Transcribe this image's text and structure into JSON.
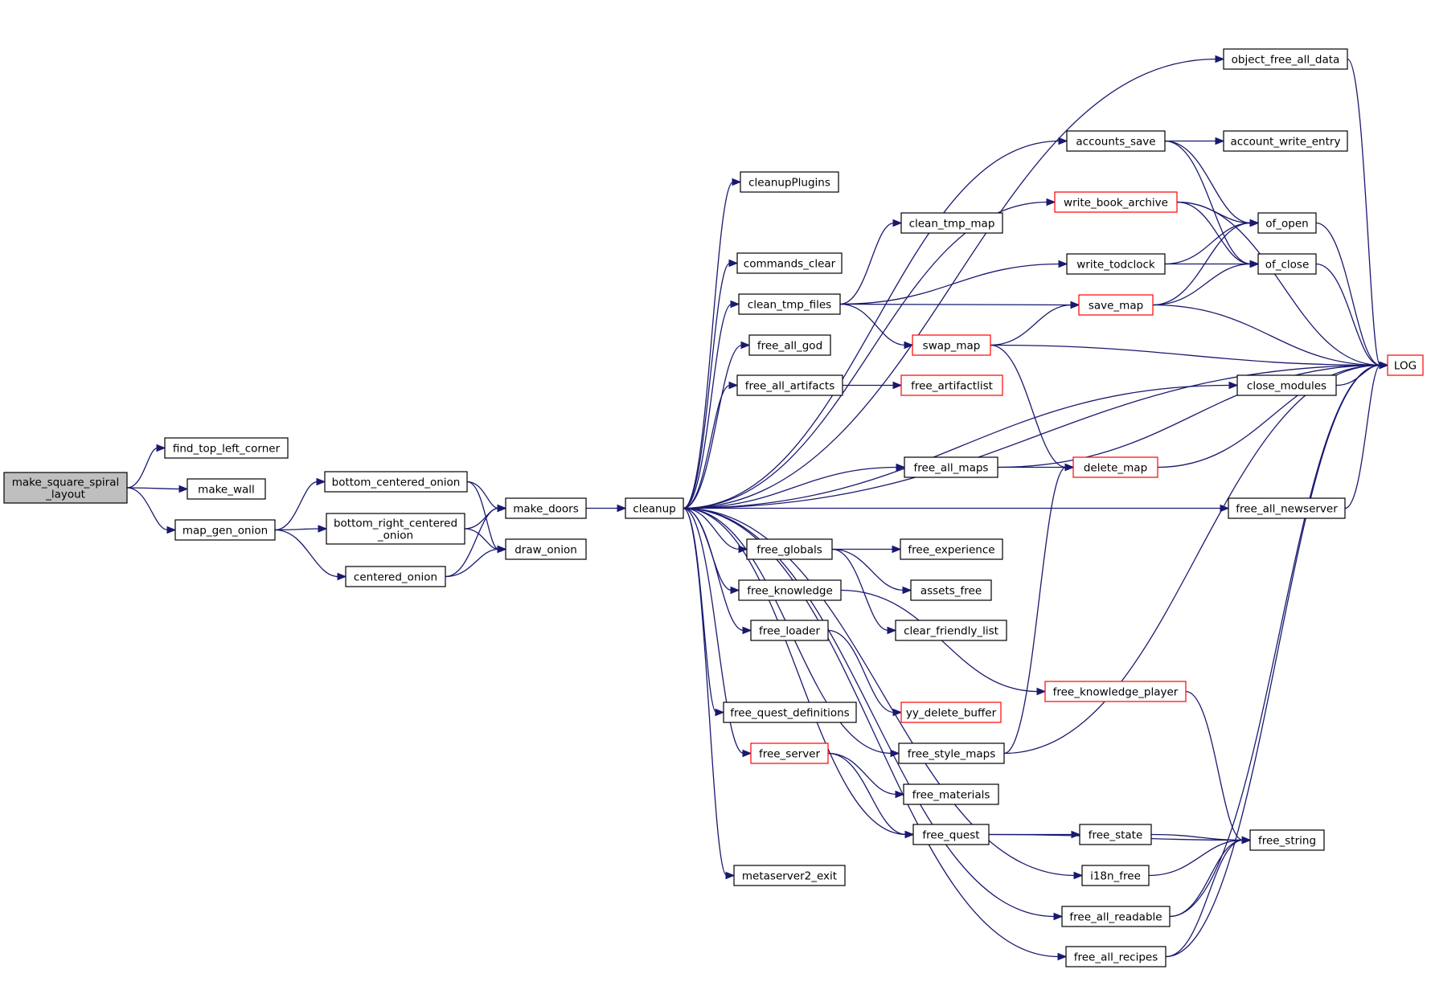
{
  "colors": {
    "edge": "#191970",
    "node_border": "#000000",
    "node_border_truncated": "#ff0000",
    "node_fill": "#ffffff",
    "root_fill": "#bfbfbf"
  },
  "nodes": [
    {
      "id": "root",
      "lines": [
        "make_square_spiral",
        "_layout"
      ],
      "root": true
    },
    {
      "id": "find_top_left_corner",
      "lines": [
        "find_top_left_corner"
      ]
    },
    {
      "id": "make_wall",
      "lines": [
        "make_wall"
      ]
    },
    {
      "id": "map_gen_onion",
      "lines": [
        "map_gen_onion"
      ]
    },
    {
      "id": "bottom_centered_onion",
      "lines": [
        "bottom_centered_onion"
      ]
    },
    {
      "id": "bottom_right_centered_onion",
      "lines": [
        "bottom_right_centered",
        "_onion"
      ]
    },
    {
      "id": "centered_onion",
      "lines": [
        "centered_onion"
      ]
    },
    {
      "id": "make_doors",
      "lines": [
        "make_doors"
      ]
    },
    {
      "id": "draw_onion",
      "lines": [
        "draw_onion"
      ]
    },
    {
      "id": "cleanup",
      "lines": [
        "cleanup"
      ]
    },
    {
      "id": "cleanupPlugins",
      "lines": [
        "cleanupPlugins"
      ]
    },
    {
      "id": "commands_clear",
      "lines": [
        "commands_clear"
      ]
    },
    {
      "id": "clean_tmp_files",
      "lines": [
        "clean_tmp_files"
      ]
    },
    {
      "id": "free_all_god",
      "lines": [
        "free_all_god"
      ]
    },
    {
      "id": "free_all_artifacts",
      "lines": [
        "free_all_artifacts"
      ]
    },
    {
      "id": "free_globals",
      "lines": [
        "free_globals"
      ]
    },
    {
      "id": "free_knowledge",
      "lines": [
        "free_knowledge"
      ]
    },
    {
      "id": "free_loader",
      "lines": [
        "free_loader"
      ]
    },
    {
      "id": "free_quest_definitions",
      "lines": [
        "free_quest_definitions"
      ]
    },
    {
      "id": "free_server",
      "lines": [
        "free_server"
      ],
      "truncated": true
    },
    {
      "id": "metaserver2_exit",
      "lines": [
        "metaserver2_exit"
      ]
    },
    {
      "id": "clean_tmp_map",
      "lines": [
        "clean_tmp_map"
      ]
    },
    {
      "id": "swap_map",
      "lines": [
        "swap_map"
      ],
      "truncated": true
    },
    {
      "id": "free_artifactlist",
      "lines": [
        "free_artifactlist"
      ],
      "truncated": true
    },
    {
      "id": "free_all_maps",
      "lines": [
        "free_all_maps"
      ]
    },
    {
      "id": "free_experience",
      "lines": [
        "free_experience"
      ]
    },
    {
      "id": "assets_free",
      "lines": [
        "assets_free"
      ]
    },
    {
      "id": "clear_friendly_list",
      "lines": [
        "clear_friendly_list"
      ]
    },
    {
      "id": "yy_delete_buffer",
      "lines": [
        "yy_delete_buffer"
      ],
      "truncated": true
    },
    {
      "id": "free_style_maps",
      "lines": [
        "free_style_maps"
      ]
    },
    {
      "id": "free_materials",
      "lines": [
        "free_materials"
      ]
    },
    {
      "id": "free_quest",
      "lines": [
        "free_quest"
      ]
    },
    {
      "id": "accounts_save",
      "lines": [
        "accounts_save"
      ]
    },
    {
      "id": "write_book_archive",
      "lines": [
        "write_book_archive"
      ],
      "truncated": true
    },
    {
      "id": "write_todclock",
      "lines": [
        "write_todclock"
      ]
    },
    {
      "id": "save_map",
      "lines": [
        "save_map"
      ],
      "truncated": true
    },
    {
      "id": "delete_map",
      "lines": [
        "delete_map"
      ],
      "truncated": true
    },
    {
      "id": "free_knowledge_player",
      "lines": [
        "free_knowledge_player"
      ],
      "truncated": true
    },
    {
      "id": "free_state",
      "lines": [
        "free_state"
      ]
    },
    {
      "id": "i18n_free",
      "lines": [
        "i18n_free"
      ]
    },
    {
      "id": "free_all_readable",
      "lines": [
        "free_all_readable"
      ]
    },
    {
      "id": "free_all_recipes",
      "lines": [
        "free_all_recipes"
      ]
    },
    {
      "id": "object_free_all_data",
      "lines": [
        "object_free_all_data"
      ]
    },
    {
      "id": "account_write_entry",
      "lines": [
        "account_write_entry"
      ]
    },
    {
      "id": "of_open",
      "lines": [
        "of_open"
      ]
    },
    {
      "id": "of_close",
      "lines": [
        "of_close"
      ]
    },
    {
      "id": "close_modules",
      "lines": [
        "close_modules"
      ]
    },
    {
      "id": "free_all_newserver",
      "lines": [
        "free_all_newserver"
      ]
    },
    {
      "id": "free_string",
      "lines": [
        "free_string"
      ]
    },
    {
      "id": "LOG",
      "lines": [
        "LOG"
      ],
      "truncated": true
    }
  ],
  "edges": [
    [
      "root",
      "find_top_left_corner"
    ],
    [
      "root",
      "make_wall"
    ],
    [
      "root",
      "map_gen_onion"
    ],
    [
      "map_gen_onion",
      "bottom_centered_onion"
    ],
    [
      "map_gen_onion",
      "bottom_right_centered_onion"
    ],
    [
      "map_gen_onion",
      "centered_onion"
    ],
    [
      "bottom_centered_onion",
      "make_doors"
    ],
    [
      "bottom_centered_onion",
      "draw_onion"
    ],
    [
      "bottom_right_centered_onion",
      "make_doors"
    ],
    [
      "bottom_right_centered_onion",
      "draw_onion"
    ],
    [
      "centered_onion",
      "make_doors"
    ],
    [
      "centered_onion",
      "draw_onion"
    ],
    [
      "make_doors",
      "cleanup"
    ],
    [
      "cleanup",
      "object_free_all_data"
    ],
    [
      "cleanup",
      "LOG"
    ],
    [
      "cleanup",
      "accounts_save"
    ],
    [
      "cleanup",
      "cleanupPlugins"
    ],
    [
      "cleanup",
      "write_book_archive"
    ],
    [
      "cleanup",
      "commands_clear"
    ],
    [
      "cleanup",
      "clean_tmp_files"
    ],
    [
      "cleanup",
      "free_all_god"
    ],
    [
      "cleanup",
      "free_all_artifacts"
    ],
    [
      "cleanup",
      "close_modules"
    ],
    [
      "cleanup",
      "free_all_maps"
    ],
    [
      "cleanup",
      "free_all_newserver"
    ],
    [
      "cleanup",
      "free_globals"
    ],
    [
      "cleanup",
      "free_knowledge"
    ],
    [
      "cleanup",
      "free_loader"
    ],
    [
      "cleanup",
      "free_style_maps"
    ],
    [
      "cleanup",
      "free_quest_definitions"
    ],
    [
      "cleanup",
      "free_server"
    ],
    [
      "cleanup",
      "free_quest"
    ],
    [
      "cleanup",
      "i18n_free"
    ],
    [
      "cleanup",
      "metaserver2_exit"
    ],
    [
      "cleanup",
      "free_all_readable"
    ],
    [
      "cleanup",
      "free_all_recipes"
    ],
    [
      "clean_tmp_files",
      "clean_tmp_map"
    ],
    [
      "clean_tmp_files",
      "write_todclock"
    ],
    [
      "clean_tmp_files",
      "save_map"
    ],
    [
      "clean_tmp_files",
      "swap_map"
    ],
    [
      "free_all_artifacts",
      "free_artifactlist"
    ],
    [
      "free_all_maps",
      "delete_map"
    ],
    [
      "free_all_maps",
      "LOG"
    ],
    [
      "free_globals",
      "free_experience"
    ],
    [
      "free_globals",
      "assets_free"
    ],
    [
      "free_globals",
      "clear_friendly_list"
    ],
    [
      "free_knowledge",
      "free_knowledge_player"
    ],
    [
      "free_loader",
      "yy_delete_buffer"
    ],
    [
      "free_style_maps",
      "delete_map"
    ],
    [
      "free_style_maps",
      "LOG"
    ],
    [
      "free_server",
      "free_materials"
    ],
    [
      "free_server",
      "free_quest"
    ],
    [
      "free_quest",
      "free_state"
    ],
    [
      "free_quest",
      "free_string"
    ],
    [
      "swap_map",
      "save_map"
    ],
    [
      "swap_map",
      "LOG"
    ],
    [
      "swap_map",
      "delete_map"
    ],
    [
      "accounts_save",
      "account_write_entry"
    ],
    [
      "accounts_save",
      "of_open"
    ],
    [
      "accounts_save",
      "of_close"
    ],
    [
      "write_book_archive",
      "of_open"
    ],
    [
      "write_book_archive",
      "of_close"
    ],
    [
      "write_book_archive",
      "LOG"
    ],
    [
      "write_todclock",
      "of_open"
    ],
    [
      "write_todclock",
      "of_close"
    ],
    [
      "save_map",
      "of_open"
    ],
    [
      "save_map",
      "of_close"
    ],
    [
      "save_map",
      "LOG"
    ],
    [
      "delete_map",
      "LOG"
    ],
    [
      "free_knowledge_player",
      "free_string"
    ],
    [
      "free_state",
      "free_string"
    ],
    [
      "i18n_free",
      "free_string"
    ],
    [
      "free_all_readable",
      "free_string"
    ],
    [
      "free_all_readable",
      "LOG"
    ],
    [
      "free_all_recipes",
      "free_string"
    ],
    [
      "free_all_recipes",
      "LOG"
    ],
    [
      "object_free_all_data",
      "LOG"
    ],
    [
      "of_open",
      "LOG"
    ],
    [
      "of_close",
      "LOG"
    ],
    [
      "close_modules",
      "LOG"
    ],
    [
      "free_all_newserver",
      "LOG"
    ]
  ]
}
